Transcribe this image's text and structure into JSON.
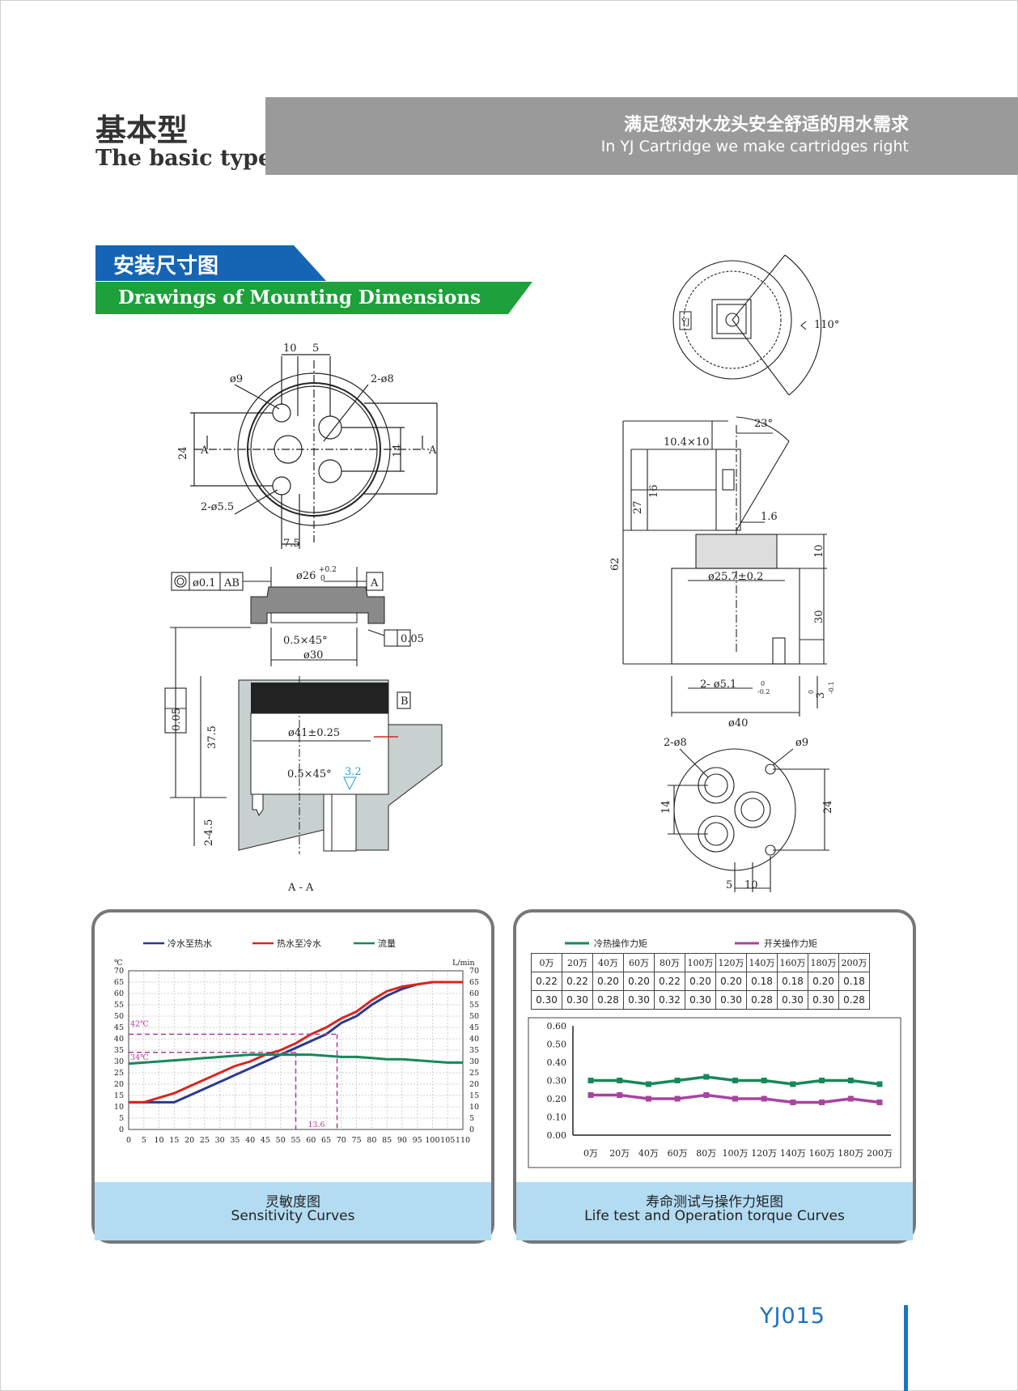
{
  "header": {
    "title_cn": "基本型",
    "title_en": "The basic type",
    "slogan_cn": "满足您对水龙头安全舒适的用水需求",
    "slogan_en": "In YJ Cartridge we make cartridges right"
  },
  "section": {
    "title_cn": "安装尺寸图",
    "title_en": "Drawings of Mounting Dimensions"
  },
  "drawing_labels": {
    "d10": "10",
    "d5": "5",
    "phi9": "ø9",
    "two_phi8": "2-ø8",
    "d24": "24",
    "d14": "14",
    "A": "A",
    "two_phi55": "2-ø5.5",
    "d75": "7.5",
    "tol_circle": "ø0.1",
    "tol_ref": "AB",
    "phi26": "ø26",
    "phi26_tol": "+0.2",
    "phi26_tol2": "0",
    "ref_A": "A",
    "chamfer": "0.5×45°",
    "flat_tol": "0.05",
    "phi30": "ø30",
    "par_tol": "0.05",
    "d375": "37.5",
    "phi41": "ø41±0.25",
    "ref_B": "B",
    "chamfer2": "0.5×45°",
    "rough": "3.2",
    "d245": "2-4.5",
    "section": "A - A",
    "angle110": "110°",
    "angle23": "23°",
    "d104": "10.4×10",
    "d16": "16",
    "d27": "27",
    "d62": "62",
    "d16b": "1.6",
    "d10b": "10",
    "phi257": "ø25.7±0.2",
    "d30": "30",
    "two_phi51": "2- ø5.1",
    "phi51_tol": "-0.2",
    "phi51_tol2": "0",
    "d3": "3",
    "d3_tol": "-0.1",
    "d3_tol2": "0",
    "phi40": "ø40",
    "b_two_phi8": "2-ø8",
    "b_phi9": "ø9",
    "b_d14": "14",
    "b_d24": "24",
    "b_d5": "5",
    "b_d10": "10",
    "logo": "YJ"
  },
  "sensitivity": {
    "caption_cn": "灵敏度图",
    "caption_en": "Sensitivity Curves",
    "left_unit": "℃",
    "right_unit": "L/min",
    "ann_42": "42℃",
    "ann_34": "34℃",
    "ann_136": "13.6",
    "colors": {
      "cold_to_hot": "#2a3a8f",
      "hot_to_cold": "#d8261f",
      "flow": "#17885a",
      "guide": "#b03a9a"
    }
  },
  "life": {
    "caption_cn": "寿命测试与操作力矩图",
    "caption_en": "Life test and Operation torque Curves",
    "colors": {
      "hot_cold_torque": "#17885a",
      "switch_torque": "#a8439e"
    }
  },
  "chart_data": [
    {
      "type": "line",
      "title": "灵敏度图",
      "xlabel": "",
      "ylabel": "℃",
      "y2label": "L/min",
      "xlim": [
        0,
        110
      ],
      "ylim": [
        0,
        70
      ],
      "x_ticks": [
        0,
        5,
        10,
        15,
        20,
        25,
        30,
        35,
        40,
        45,
        50,
        55,
        60,
        65,
        70,
        75,
        80,
        85,
        90,
        95,
        100,
        105,
        110
      ],
      "y_ticks": [
        0,
        5,
        10,
        15,
        20,
        25,
        30,
        35,
        40,
        45,
        50,
        55,
        60,
        65,
        70
      ],
      "grid": true,
      "legend": "top",
      "x": [
        0,
        5,
        10,
        15,
        20,
        25,
        30,
        35,
        40,
        45,
        50,
        55,
        60,
        65,
        70,
        75,
        80,
        85,
        90,
        95,
        100,
        105,
        110
      ],
      "series": [
        {
          "name": "冷水至热水",
          "values": [
            12,
            12,
            12,
            12,
            15,
            18,
            21,
            24,
            27,
            30,
            33,
            36,
            39,
            42,
            47,
            50,
            55,
            59,
            62,
            64,
            65,
            65,
            65
          ]
        },
        {
          "name": "热水至冷水",
          "values": [
            12,
            12,
            14,
            16,
            19,
            22,
            25,
            28,
            30,
            33,
            35,
            38,
            42,
            45,
            49,
            52,
            57,
            61,
            63,
            64,
            65,
            65,
            65
          ]
        },
        {
          "name": "流量",
          "values": [
            29,
            29.5,
            30,
            30.5,
            31,
            31.5,
            32,
            32.5,
            33,
            33,
            33,
            33,
            33,
            32.5,
            32,
            32,
            31.5,
            31,
            31,
            30.5,
            30,
            29.5,
            29.5
          ]
        }
      ],
      "annotations": [
        {
          "label": "42℃",
          "y": 42
        },
        {
          "label": "34℃",
          "y": 34
        },
        {
          "label": "13.6",
          "x_from": 55,
          "x_to": 68.6
        }
      ]
    },
    {
      "type": "table",
      "title": "寿命测试与操作力矩图",
      "columns": [
        "0万",
        "20万",
        "40万",
        "60万",
        "80万",
        "100万",
        "120万",
        "140万",
        "160万",
        "180万",
        "200万"
      ],
      "rows": [
        [
          "0.22",
          "0.22",
          "0.20",
          "0.20",
          "0.22",
          "0.20",
          "0.20",
          "0.18",
          "0.18",
          "0.20",
          "0.18"
        ],
        [
          "0.30",
          "0.30",
          "0.28",
          "0.30",
          "0.32",
          "0.30",
          "0.30",
          "0.28",
          "0.30",
          "0.30",
          "0.28"
        ]
      ]
    },
    {
      "type": "line",
      "title": "寿命测试与操作力矩图",
      "categories": [
        "0万",
        "20万",
        "40万",
        "60万",
        "80万",
        "100万",
        "120万",
        "140万",
        "160万",
        "180万",
        "200万"
      ],
      "ylim": [
        0,
        0.6
      ],
      "y_ticks": [
        "0.00",
        "0.10",
        "0.20",
        "0.30",
        "0.40",
        "0.50",
        "0.60"
      ],
      "legend": "top",
      "series": [
        {
          "name": "冷热操作力矩",
          "values": [
            0.3,
            0.3,
            0.28,
            0.3,
            0.32,
            0.3,
            0.3,
            0.28,
            0.3,
            0.3,
            0.28
          ]
        },
        {
          "name": "开关操作力矩",
          "values": [
            0.22,
            0.22,
            0.2,
            0.2,
            0.22,
            0.2,
            0.2,
            0.18,
            0.18,
            0.2,
            0.18
          ]
        }
      ]
    }
  ],
  "footer": {
    "model": "YJ015"
  }
}
